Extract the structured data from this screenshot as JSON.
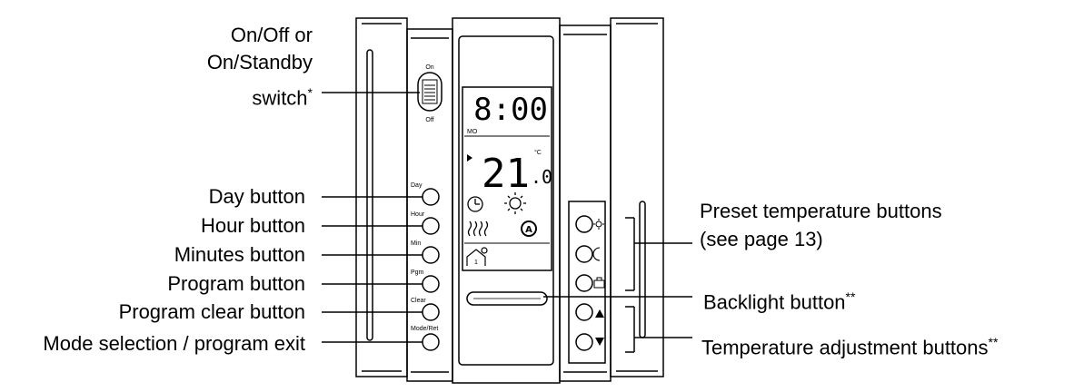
{
  "callouts_left": {
    "switch_line1": "On/Off or",
    "switch_line2": "On/Standby",
    "switch_line3": "switch",
    "switch_mark": "*",
    "day": "Day button",
    "hour": "Hour button",
    "minutes": "Minutes button",
    "program": "Program button",
    "program_clear": "Program clear button",
    "mode": "Mode selection / program exit"
  },
  "callouts_right": {
    "preset_line1": "Preset temperature buttons",
    "preset_line2": "(see page 13)",
    "backlight": "Backlight button",
    "backlight_mark": "**",
    "temp_adjust": "Temperature adjustment buttons",
    "temp_adjust_mark": "**"
  },
  "device": {
    "switch_on": "On",
    "switch_off": "Off",
    "key_day": "Day",
    "key_hour": "Hour",
    "key_min": "Min",
    "key_pgm": "Pgm",
    "key_clear": "Clear",
    "key_mode": "Mode/Ret",
    "display_time": "8:00",
    "display_day": "MO",
    "display_temp_main": "21",
    "display_temp_decimal": ".0",
    "display_unit": "°C",
    "display_auto": "A",
    "display_program_number": "1"
  }
}
